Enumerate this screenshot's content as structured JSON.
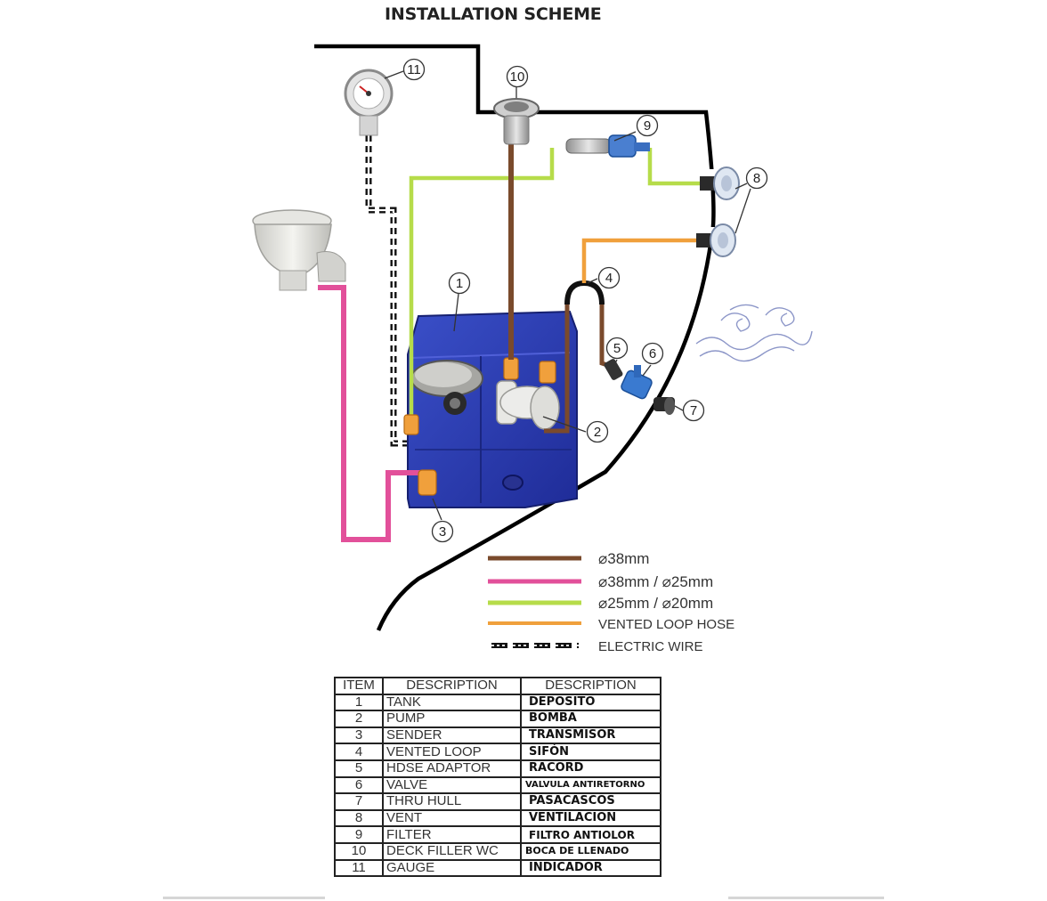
{
  "title": "INSTALLATION SCHEME",
  "callouts": [
    "1",
    "2",
    "3",
    "4",
    "5",
    "6",
    "7",
    "8",
    "9",
    "10",
    "11"
  ],
  "legend": [
    {
      "label": "⌀38mm",
      "color": "#7a4a2c",
      "style": "solid"
    },
    {
      "label": "⌀38mm / ⌀25mm",
      "color": "#e2509a",
      "style": "solid"
    },
    {
      "label": "⌀25mm / ⌀20mm",
      "color": "#b6dc4a",
      "style": "solid"
    },
    {
      "label": "VENTED LOOP HOSE",
      "color": "#f0a03c",
      "style": "solid"
    },
    {
      "label": "ELECTRIC WIRE",
      "color": "#111111",
      "style": "dashed"
    }
  ],
  "table": {
    "headers": [
      "ITEM",
      "DESCRIPTION",
      "DESCRIPTION"
    ],
    "rows": [
      {
        "item": "1",
        "en": "TANK",
        "es": "DEPOSITO"
      },
      {
        "item": "2",
        "en": "PUMP",
        "es": "BOMBA"
      },
      {
        "item": "3",
        "en": "SENDER",
        "es": "TRANSMISOR"
      },
      {
        "item": "4",
        "en": "VENTED LOOP",
        "es": "SIFÓN"
      },
      {
        "item": "5",
        "en": "HDSE ADAPTOR",
        "es": "RACORD"
      },
      {
        "item": "6",
        "en": "VALVE",
        "es": "VALVULA ANTIRETORNO"
      },
      {
        "item": "7",
        "en": "THRU HULL",
        "es": "PASACASCOS"
      },
      {
        "item": "8",
        "en": "VENT",
        "es": "VENTILACIÓN"
      },
      {
        "item": "9",
        "en": "FILTER",
        "es": "FILTRO ANTIOLOR"
      },
      {
        "item": "10",
        "en": "DECK FILLER WC",
        "es": "BOCA DE LLENADO"
      },
      {
        "item": "11",
        "en": "GAUGE",
        "es": "INDICADOR"
      }
    ]
  }
}
